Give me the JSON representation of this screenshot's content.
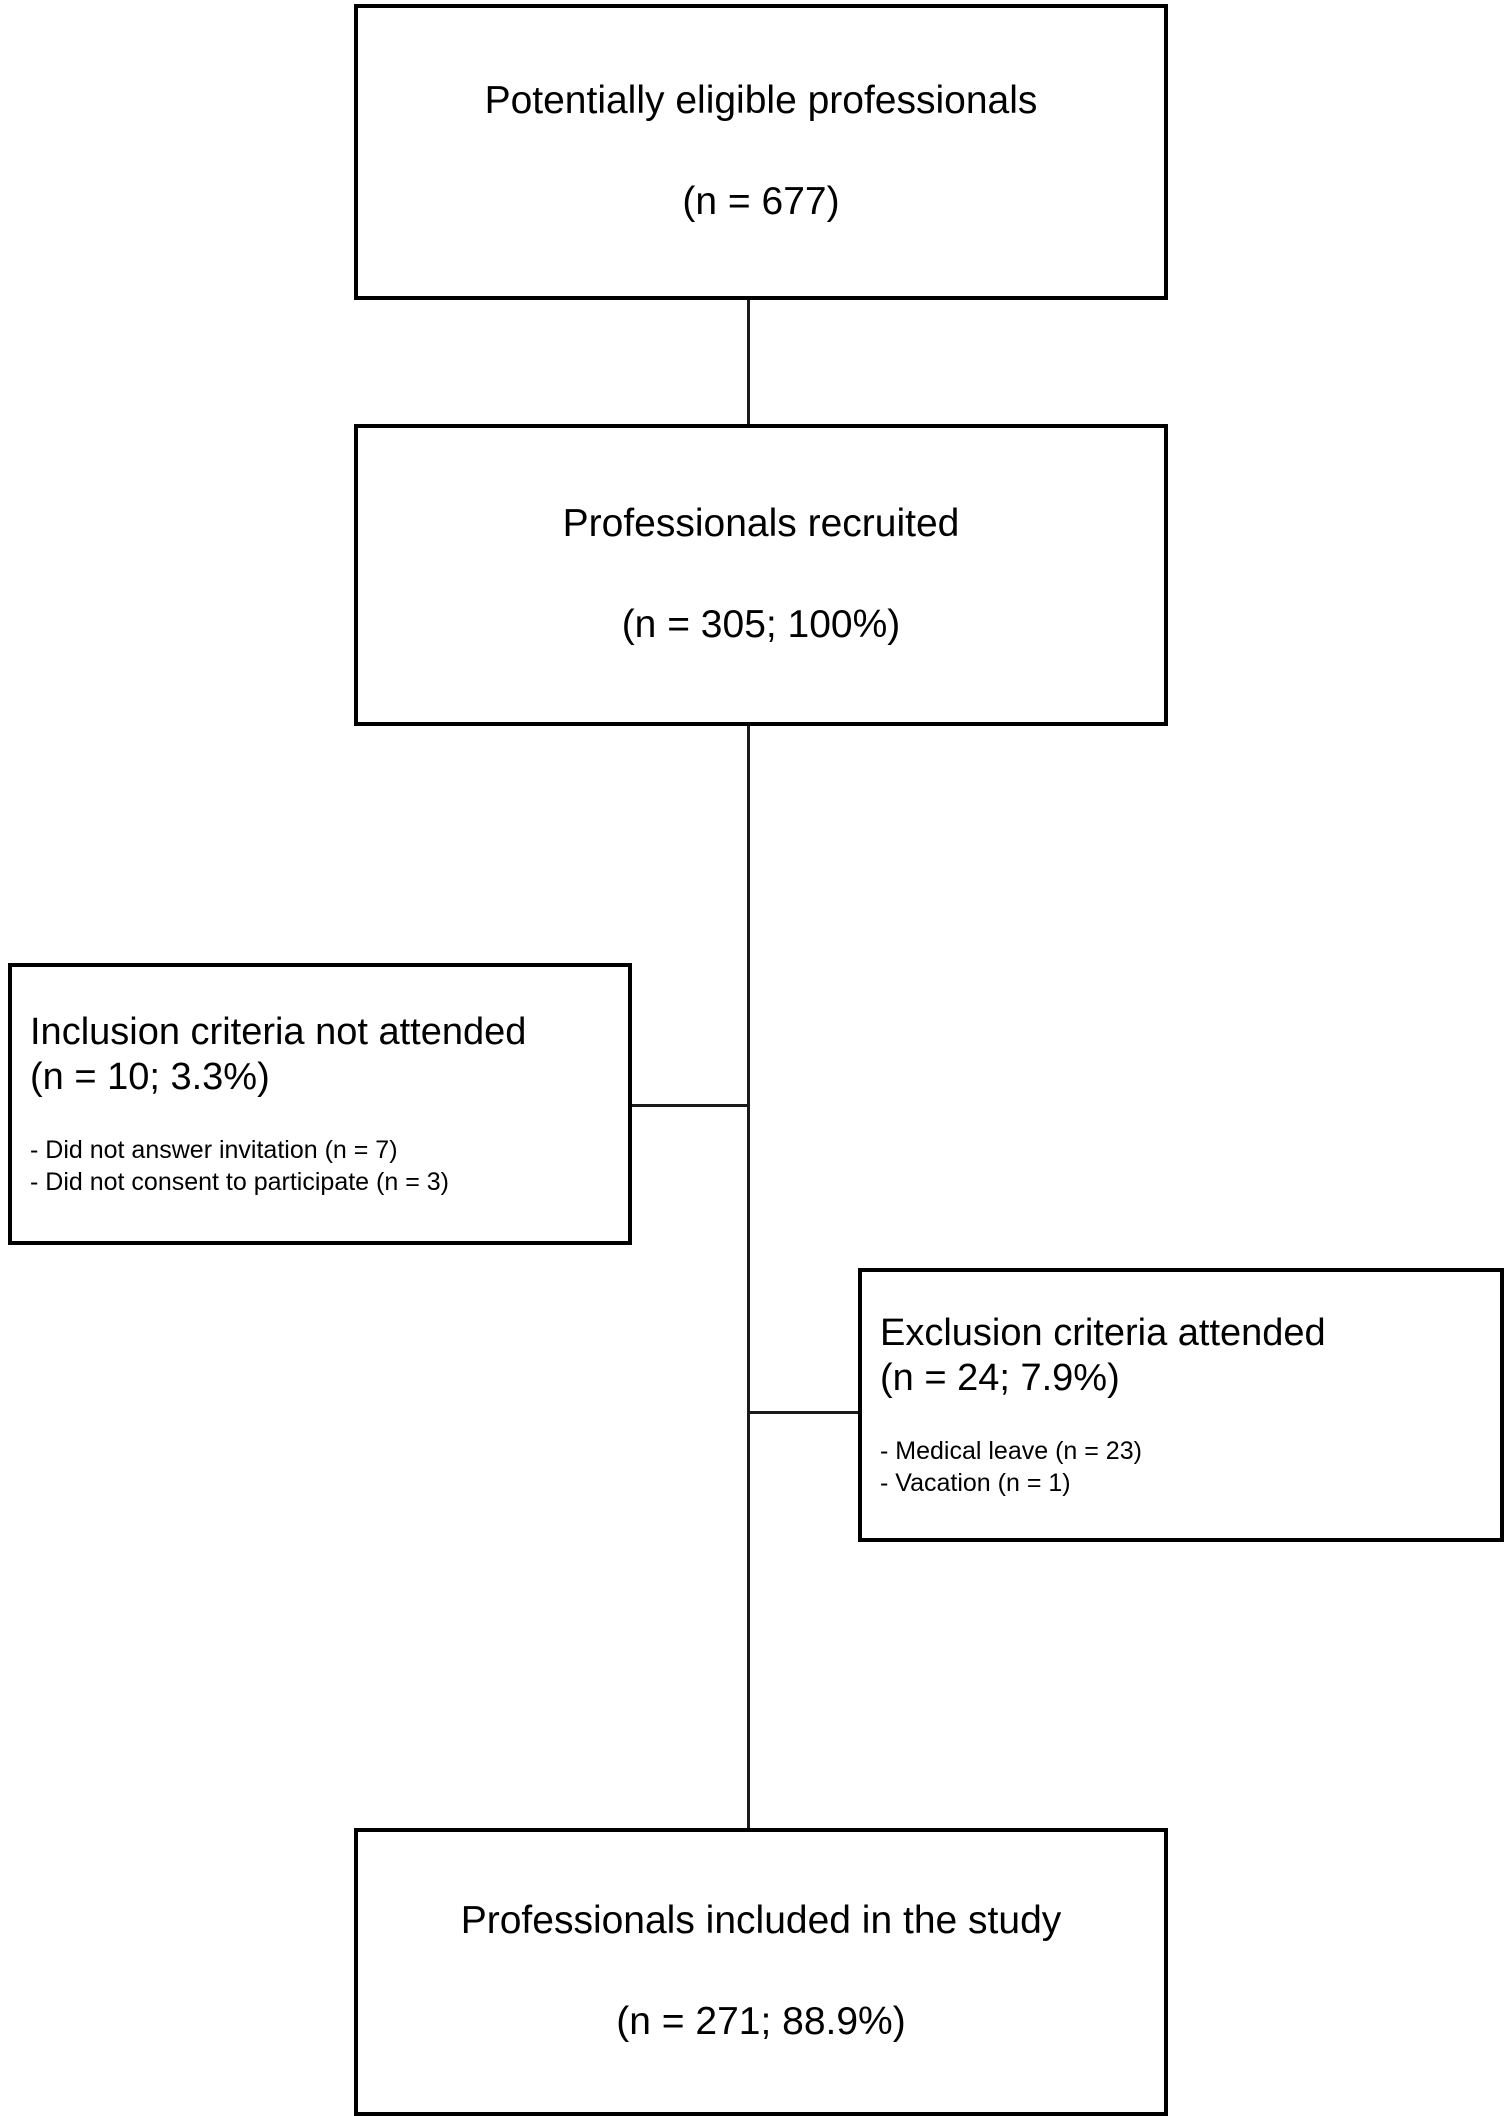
{
  "diagram": {
    "type": "study-flow-diagram",
    "nodes": {
      "eligible": {
        "title": "Potentially eligible professionals",
        "count": "(n = 677)"
      },
      "recruited": {
        "title": "Professionals recruited",
        "count": "(n = 305; 100%)"
      },
      "inclusion_not_attended": {
        "title": "Inclusion criteria not attended",
        "count": "(n = 10; 3.3%)",
        "reasons": [
          "- Did not answer invitation (n = 7)",
          "- Did not consent to participate (n = 3)"
        ]
      },
      "exclusion_attended": {
        "title": "Exclusion criteria attended",
        "count": "(n = 24; 7.9%)",
        "reasons": [
          "- Medical leave (n = 23)",
          "- Vacation (n = 1)"
        ]
      },
      "included": {
        "title": "Professionals included in the study",
        "count": "(n = 271; 88.9%)"
      }
    },
    "colors": {
      "border": "#000000",
      "background": "#ffffff",
      "text": "#000000",
      "connector": "#1a1a1a"
    }
  }
}
